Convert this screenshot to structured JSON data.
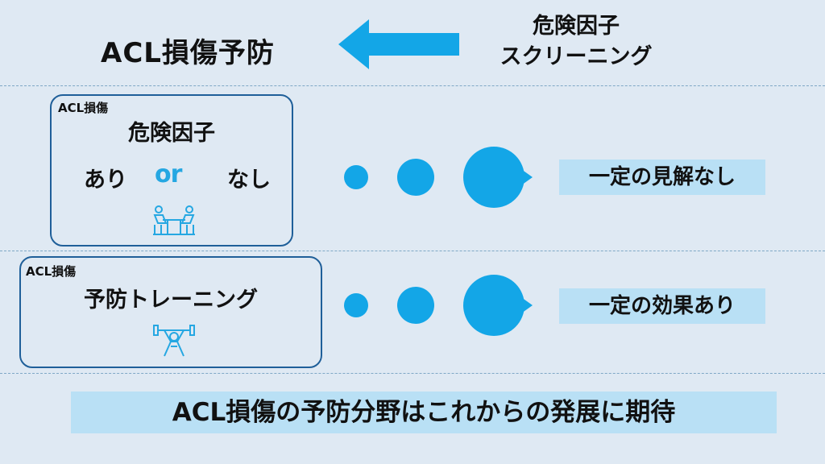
{
  "header": {
    "title": "ACL損傷予防",
    "screening_line1": "危険因子",
    "screening_line2": "スクリーニング"
  },
  "row1": {
    "tag": "ACL損傷",
    "heading": "危険因子",
    "option_yes": "あり",
    "option_or": "or",
    "option_no": "なし",
    "icon": "people-at-table-icon",
    "result": "一定の見解なし"
  },
  "row2": {
    "tag": "ACL損傷",
    "heading": "予防トレーニング",
    "icon": "weightlifting-icon",
    "result": "一定の効果あり"
  },
  "footer": {
    "conclusion": "ACL損傷の予防分野はこれからの発展に期待"
  },
  "colors": {
    "background": "#dfe9f3",
    "accent": "#13a6e7",
    "highlight": "#b9e0f5",
    "box_border": "#1f5f99"
  }
}
